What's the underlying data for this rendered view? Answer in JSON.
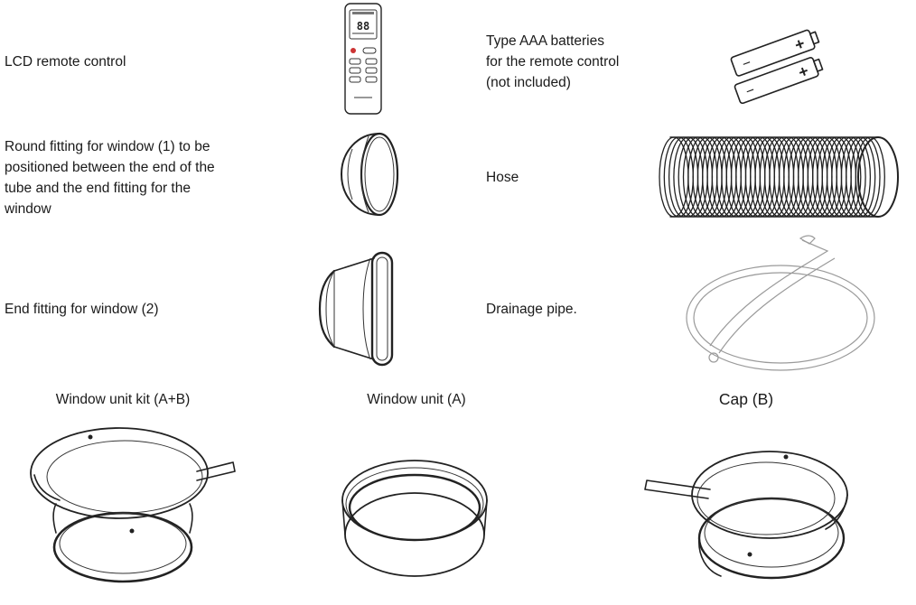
{
  "items": {
    "remote": {
      "label": "LCD remote control",
      "display": "88"
    },
    "batteries": {
      "line1": "Type AAA batteries",
      "line2": "for the remote control",
      "line3": "(not included)",
      "plus": "+",
      "minus": "−"
    },
    "round_fitting": {
      "line1": "Round fitting for window (1) to be",
      "line2": "positioned between the end of the",
      "line3": "tube and the end fitting for the",
      "line4": "window"
    },
    "hose": {
      "label": "Hose"
    },
    "end_fitting": {
      "label": "End fitting for window (2)"
    },
    "drainage": {
      "label": "Drainage pipe."
    }
  },
  "kits": {
    "window_unit_kit": {
      "label": "Window unit kit (A+B)"
    },
    "window_unit": {
      "label": "Window unit (A)"
    },
    "cap": {
      "label": "Cap (B)"
    }
  }
}
